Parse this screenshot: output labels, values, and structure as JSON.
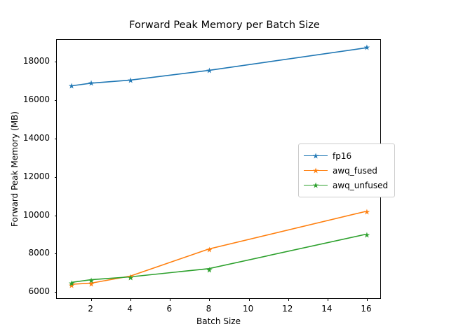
{
  "chart_data": {
    "type": "line",
    "title": "Forward Peak Memory per Batch Size",
    "xlabel": "Batch Size",
    "ylabel": "Forward Peak Memory (MB)",
    "x": [
      1,
      2,
      4,
      8,
      16
    ],
    "xlim": [
      0.25,
      16.75
    ],
    "ylim": [
      5600,
      19150
    ],
    "xticks": [
      2,
      4,
      6,
      8,
      10,
      12,
      14,
      16
    ],
    "xticklabels": [
      "2",
      "4",
      "6",
      "8",
      "10",
      "12",
      "14",
      "16"
    ],
    "yticks": [
      6000,
      8000,
      10000,
      12000,
      14000,
      16000,
      18000
    ],
    "yticklabels": [
      "6000",
      "8000",
      "10000",
      "12000",
      "14000",
      "16000",
      "18000"
    ],
    "grid": false,
    "legend_position": "center right",
    "marker": "star",
    "series": [
      {
        "name": "fp16",
        "color": "#1f77b4",
        "values": [
          16740,
          16880,
          17040,
          17550,
          18730
        ]
      },
      {
        "name": "awq_fused",
        "color": "#ff7f0e",
        "values": [
          6330,
          6390,
          6760,
          8180,
          10150
        ]
      },
      {
        "name": "awq_unfused",
        "color": "#2ca02c",
        "values": [
          6430,
          6570,
          6720,
          7150,
          8950
        ]
      }
    ]
  }
}
